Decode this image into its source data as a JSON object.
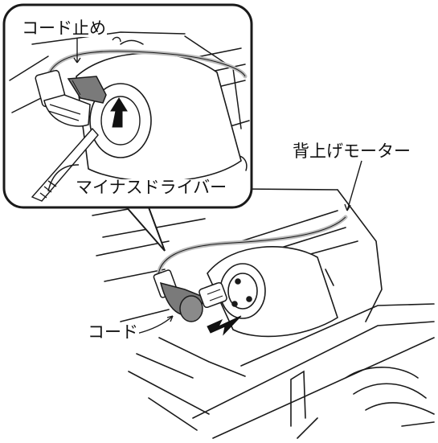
{
  "labels": {
    "cord_stopper": "コード止め",
    "flathead_screwdriver": "マイナスドライバー",
    "back_lift_motor": "背上げモーター",
    "cord": "コード"
  },
  "colors": {
    "line": "#1a1a1a",
    "arrow": "#111111",
    "gray_part": "#7a7a7a",
    "cable": "#bdbdbd",
    "background": "#ffffff"
  }
}
